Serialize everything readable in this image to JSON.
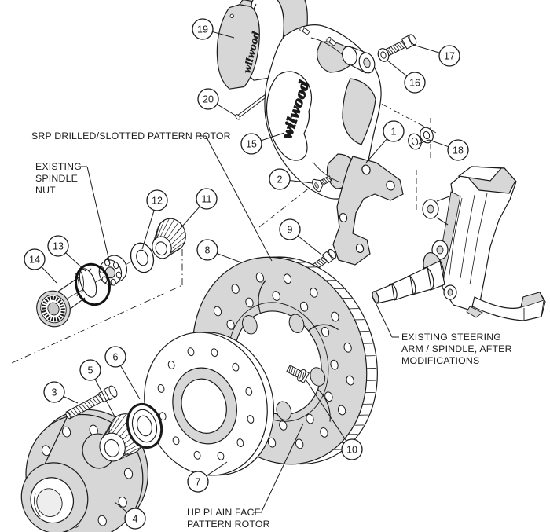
{
  "diagram_type": "exploded-parts-diagram",
  "colors": {
    "background": "#ffffff",
    "line": "#1a1a1a",
    "fill_gray": "#d7d7d7"
  },
  "brand": {
    "caliper_logo": "wilwood",
    "pad_logo": "wilwood"
  },
  "labels": {
    "srp_rotor": {
      "text": "SRP DRILLED/SLOTTED PATTERN ROTOR"
    },
    "spindle_nut": {
      "line1": "EXISTING",
      "line2": "SPINDLE",
      "line3": "NUT"
    },
    "steering_arm": {
      "line1": "EXISTING STEERING",
      "line2": "ARM / SPINDLE, AFTER",
      "line3": "MODIFICATIONS"
    },
    "hp_rotor": {
      "line1": "HP PLAIN FACE",
      "line2": "PATTERN ROTOR"
    }
  },
  "callouts": [
    {
      "number": "1"
    },
    {
      "number": "2"
    },
    {
      "number": "3"
    },
    {
      "number": "4"
    },
    {
      "number": "5"
    },
    {
      "number": "6"
    },
    {
      "number": "7"
    },
    {
      "number": "8"
    },
    {
      "number": "9"
    },
    {
      "number": "10"
    },
    {
      "number": "11"
    },
    {
      "number": "12"
    },
    {
      "number": "13"
    },
    {
      "number": "14"
    },
    {
      "number": "15"
    },
    {
      "number": "16"
    },
    {
      "number": "17"
    },
    {
      "number": "18"
    },
    {
      "number": "19"
    },
    {
      "number": "20"
    }
  ]
}
